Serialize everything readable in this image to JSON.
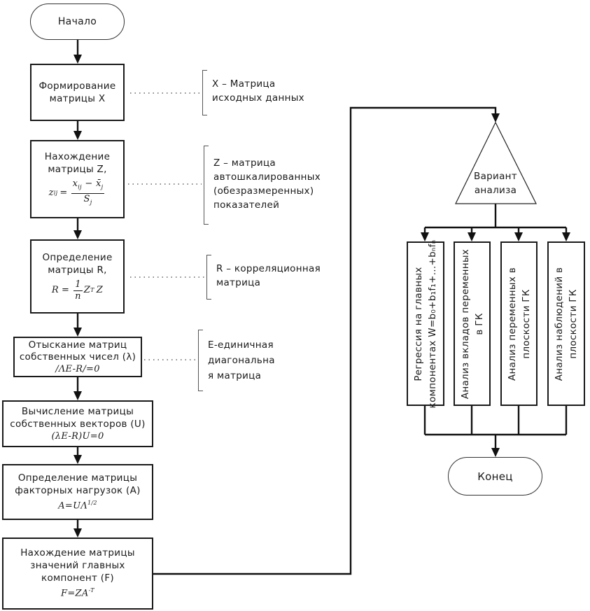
{
  "flowchart": {
    "start": "Начало",
    "end": "Конец",
    "steps": [
      {
        "lines": [
          "Формирование",
          "матрицы X"
        ],
        "formula": null
      },
      {
        "lines": [
          "Нахождение",
          "матрицы Z,"
        ],
        "formula": {
          "lhs": "z",
          "lhs_sub": "ij",
          "num": "x",
          "num_sub": "ij",
          "minus": "−",
          "num2": "x̄",
          "num2_sub": "j",
          "den": "S",
          "den_sub": "j",
          "eq": "="
        }
      },
      {
        "lines": [
          "Определение",
          "матрицы R,"
        ],
        "formula": {
          "lhs": "R",
          "eq": "=",
          "num": "1",
          "den": "n",
          "tail": "Z",
          "tail_sup": "T",
          "tail2": "Z"
        }
      },
      {
        "lines": [
          "Отыскание матриц",
          "собственных чисел (λ)"
        ],
        "formula": "/ΛE-R/=0"
      },
      {
        "lines": [
          "Вычисление матрицы",
          "собственных векторов (U)"
        ],
        "formula": "(λE-R)U=0"
      },
      {
        "lines": [
          "Определение матрицы",
          "факторных нагрузок (A)"
        ],
        "formula": {
          "base": "A=UΛ",
          "sup": "1/2"
        }
      },
      {
        "lines": [
          "Нахождение матрицы",
          "значений главных",
          "компонент (F)"
        ],
        "formula": {
          "base": "F=ZA",
          "sup": "-T"
        }
      }
    ],
    "notes": [
      [
        "X – Матрица",
        "исходных данных"
      ],
      [
        "Z – матрица",
        "автошкалированных",
        "(обезразмеренных)",
        "показателей"
      ],
      [
        "R – корреляционная",
        "матрица"
      ],
      [
        "E-единичная",
        "диагональна",
        "я матрица"
      ]
    ],
    "decision": [
      "Вариант",
      "анализа"
    ],
    "branches": [
      {
        "lines": [
          "Регрессия на главных",
          "компонентах W=b₀+b₁f₁+...+bₙfₙ"
        ]
      },
      {
        "lines": [
          "Анализ вкладов переменных",
          "в ГК"
        ]
      },
      {
        "lines": [
          "Анализ переменных в",
          "плоскости ГК"
        ]
      },
      {
        "lines": [
          "Анализ наблюдений в",
          "плоскости ГК"
        ]
      }
    ]
  }
}
